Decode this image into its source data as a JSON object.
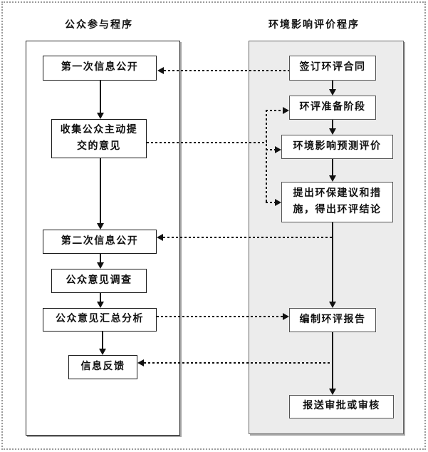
{
  "columns": {
    "left": {
      "title": "公众参与程序",
      "boxes": [
        {
          "label": "第一次信息公开"
        },
        {
          "label": "收集公众主动提交的意见"
        },
        {
          "label": "第二次信息公开"
        },
        {
          "label": "公众意见调查"
        },
        {
          "label": "公众意见汇总分析"
        },
        {
          "label": "信息反馈"
        }
      ]
    },
    "right": {
      "title": "环境影响评价程序",
      "boxes": [
        {
          "label": "签订环评合同"
        },
        {
          "label": "环评准备阶段"
        },
        {
          "label": "环境影响预测评价"
        },
        {
          "label": "提出环保建议和措施，得出环评结论"
        },
        {
          "label": "编制环评报告"
        },
        {
          "label": "报送审批或审核"
        }
      ]
    }
  },
  "colors": {
    "line": "#111111",
    "left_box_border": "#1a1a1a",
    "right_box_border": "#555555",
    "right_panel_bg": "#ececec",
    "page_border": "#9a9a9a"
  }
}
